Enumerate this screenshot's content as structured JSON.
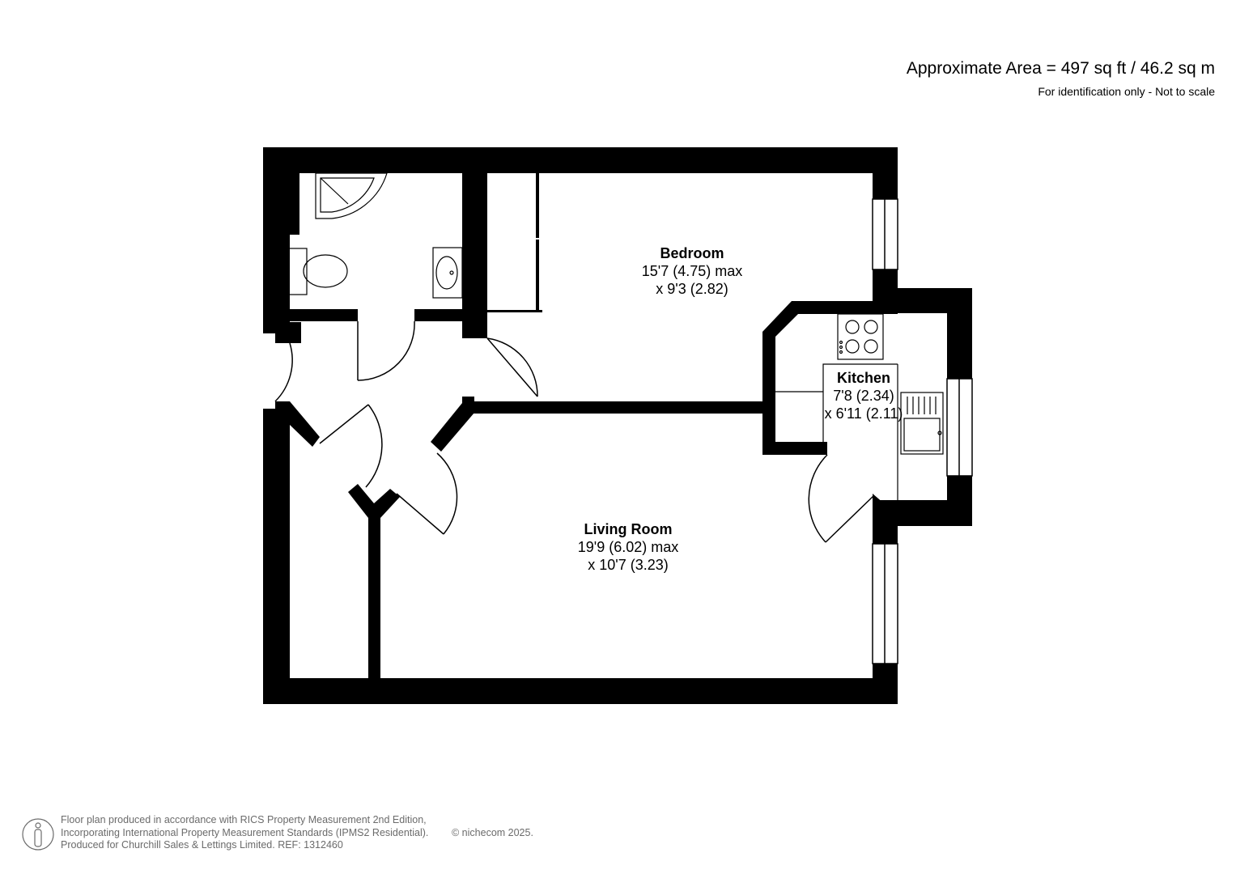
{
  "area": {
    "title": "Approximate Area = 497 sq ft / 46.2 sq m",
    "note": "For identification only - Not to scale"
  },
  "rooms": {
    "bedroom": {
      "name": "Bedroom",
      "dim1": "15'7 (4.75) max",
      "dim2": "x 9'3 (2.82)"
    },
    "kitchen": {
      "name": "Kitchen",
      "dim1": "7'8 (2.34)",
      "dim2": "x 6'11 (2.11)"
    },
    "living": {
      "name": "Living Room",
      "dim1": "19'9 (6.02) max",
      "dim2": "x 10'7 (3.23)"
    }
  },
  "footer": {
    "line1": "Floor plan produced in accordance with RICS Property Measurement 2nd Edition,",
    "line2": "Incorporating International Property Measurement Standards (IPMS2 Residential).",
    "line3": "Produced for Churchill Sales & Lettings Limited.   REF: 1312460",
    "copyright": "© nichecom 2025."
  },
  "colors": {
    "wall": "#000000",
    "text_grey": "#6b6b6b"
  },
  "icons": {
    "logo": "person-in-circle-icon"
  }
}
